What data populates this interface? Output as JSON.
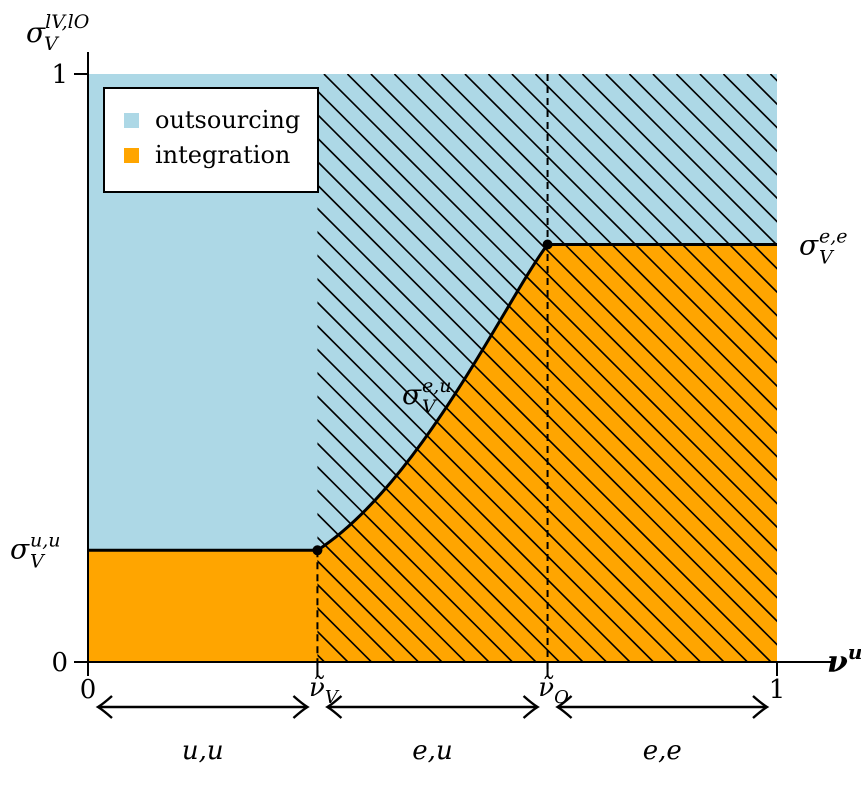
{
  "chart_data": {
    "type": "area",
    "x_axis": {
      "label_base": "ν",
      "label_sup": "u",
      "range": [
        0,
        1
      ],
      "ticks": [
        {
          "value": 0,
          "label": "0"
        },
        {
          "value": 0.333,
          "label_base": "ν̃",
          "label_sub": "V"
        },
        {
          "value": 0.667,
          "label_base": "ν̃",
          "label_sub": "O"
        },
        {
          "value": 1,
          "label": "1"
        }
      ]
    },
    "y_axis": {
      "label_base": "σ",
      "label_sub": "V",
      "label_sup": "lV,lO",
      "range": [
        0,
        1
      ],
      "ticks": [
        {
          "value": 0,
          "label": "0"
        },
        {
          "value": 1,
          "label": "1"
        }
      ]
    },
    "levels": {
      "sigma_uu": {
        "value": 0.19,
        "base": "σ",
        "sub": "V",
        "sup": "u,u"
      },
      "sigma_ee": {
        "value": 0.71,
        "base": "σ",
        "sub": "V",
        "sup": "e,e"
      }
    },
    "curve_label": {
      "base": "σ",
      "sub": "V",
      "sup": "e,u"
    },
    "thresholds": {
      "nu_V": 0.333,
      "nu_O": 0.667
    },
    "boundary": [
      {
        "x": 0,
        "y": 0.19
      },
      {
        "x": 0.333,
        "y": 0.19
      },
      {
        "x": 0.667,
        "y": 0.71
      },
      {
        "x": 1,
        "y": 0.71
      }
    ],
    "regions": [
      {
        "name": "outsourcing",
        "color": "#add8e6",
        "position": "above boundary"
      },
      {
        "name": "integration",
        "color": "#ffa500",
        "position": "below boundary"
      }
    ],
    "hatched_x_range": [
      0.333,
      1
    ],
    "intervals": [
      {
        "from": 0,
        "to": 0.333,
        "label": "u,u"
      },
      {
        "from": 0.333,
        "to": 0.667,
        "label": "e,u"
      },
      {
        "from": 0.667,
        "to": 1,
        "label": "e,e"
      }
    ],
    "legend": {
      "placement": "top-left",
      "entries": [
        {
          "label": "outsourcing",
          "color": "#add8e6"
        },
        {
          "label": "integration",
          "color": "#ffa500"
        }
      ]
    }
  }
}
